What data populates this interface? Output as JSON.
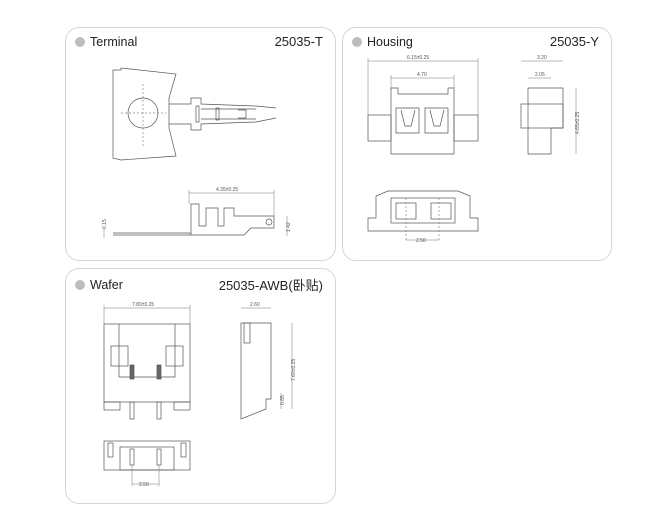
{
  "panels": {
    "terminal": {
      "title": "Terminal",
      "part": "25035-T",
      "dims": {
        "length": "4.35±0.25",
        "thickness": "0.15",
        "height": "1.42"
      }
    },
    "housing": {
      "title": "Housing",
      "part": "25035-Y",
      "dims": {
        "width": "6.15±0.25",
        "inner": "4.70",
        "depth": "3.20",
        "depth_inner": "2.05",
        "height": "4.65±0.25",
        "pitch": "2.50"
      }
    },
    "wafer": {
      "title": "Wafer",
      "part": "25035-AWB(卧贴)",
      "dims": {
        "width": "7.80±0.25",
        "depth": "2.60",
        "height": "7.60±0.25",
        "foot": "0.85",
        "pitch": "2.50"
      }
    }
  }
}
